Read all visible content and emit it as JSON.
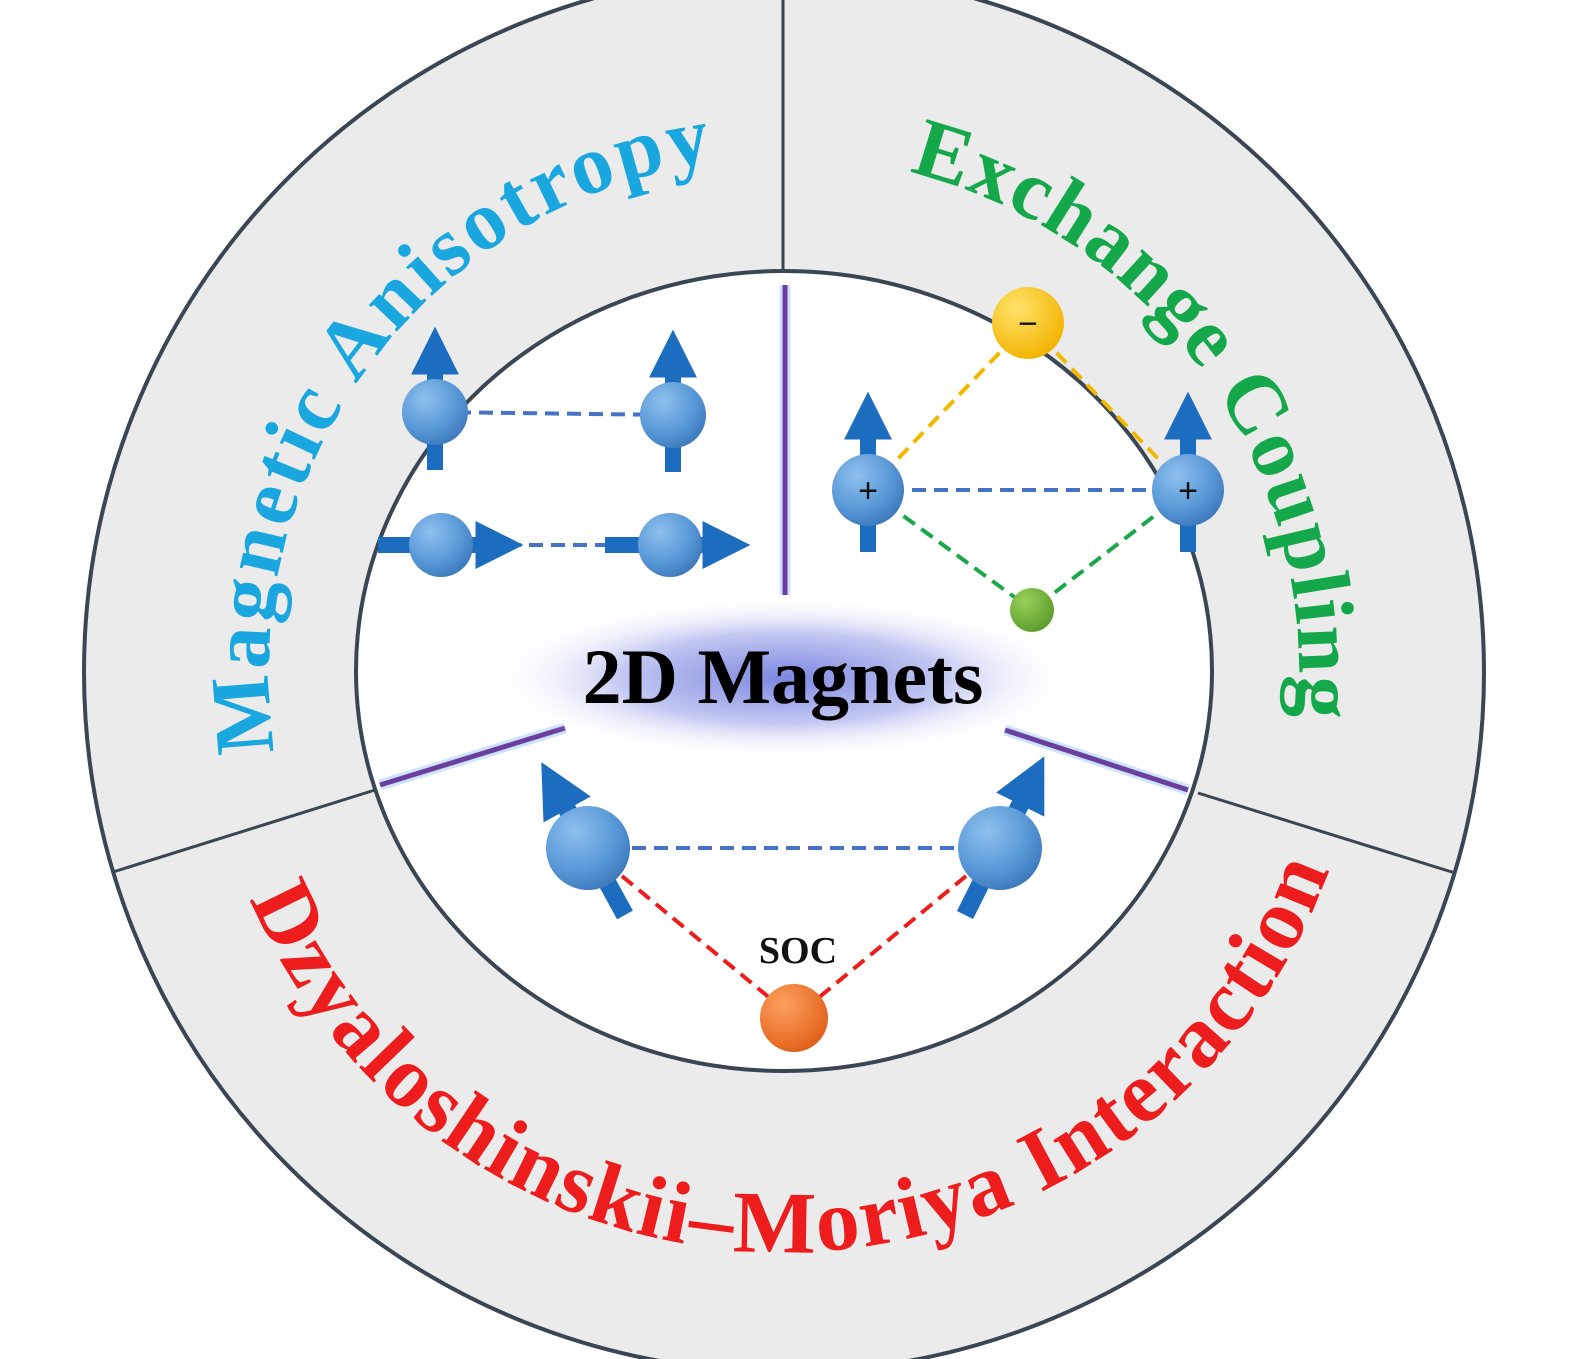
{
  "sections": {
    "top_left": {
      "title": "Magnetic Anisotropy",
      "color": "#1aa7e0"
    },
    "top_right": {
      "title": "Exchange Coupling",
      "color": "#14a84a"
    },
    "bottom": {
      "title": "Dzyaloshinskii–Moriya Interaction",
      "color": "#ee1d1d"
    }
  },
  "center": {
    "label": "2D Magnets"
  },
  "exchange": {
    "plus_label": "+",
    "minus_label": "−"
  },
  "dmi": {
    "soc_label": "SOC"
  },
  "colors": {
    "ring": "#ebebeb",
    "stroke": "#3a4653",
    "divider": "#6a3fa0",
    "spin": "#1c6cc0",
    "sphere": "#5b9ad8"
  }
}
